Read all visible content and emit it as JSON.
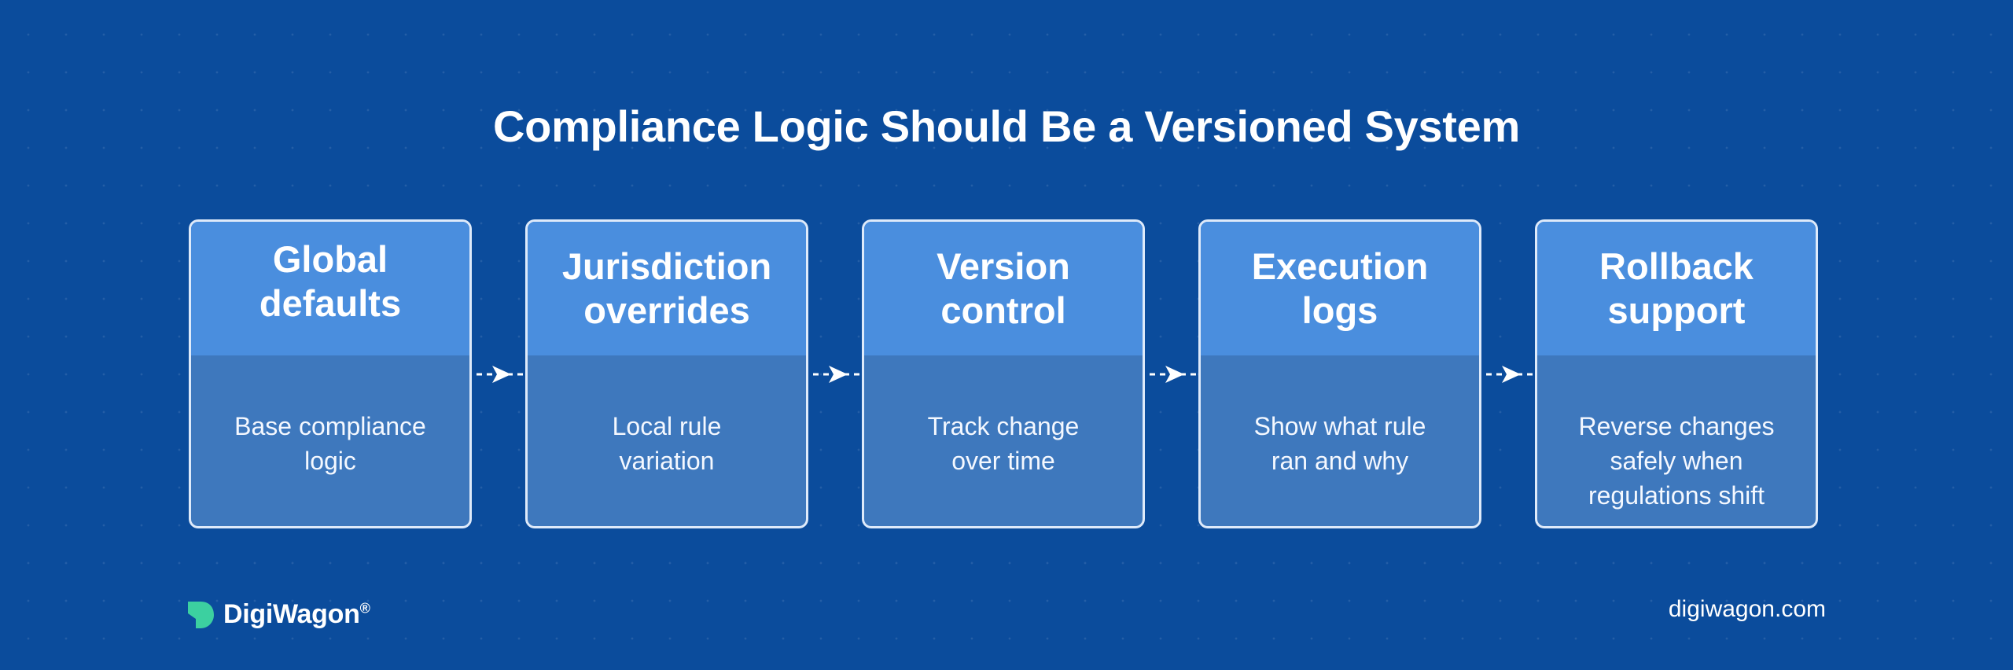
{
  "title": "Compliance Logic Should Be a Versioned System",
  "steps": [
    {
      "title": "Global\ndefaults",
      "description": "Base compliance\nlogic"
    },
    {
      "title": "Jurisdiction\noverrides",
      "description": "Local rule\nvariation"
    },
    {
      "title": "Version\ncontrol",
      "description": "Track change\nover time"
    },
    {
      "title": "Execution\nlogs",
      "description": "Show what rule\nran and why"
    },
    {
      "title": "Rollback\nsupport",
      "description": "Reverse changes\nsafely when\nregulations shift"
    }
  ],
  "brand": {
    "name": "DigiWagon",
    "registered": "®",
    "logo_icon": "digiwagon-leaf-icon"
  },
  "website": "digiwagon.com",
  "colors": {
    "background": "#0b4c9c",
    "card_header": "#4a8ede",
    "card_body": "#3e78bd",
    "border": "#ecf4ff"
  }
}
